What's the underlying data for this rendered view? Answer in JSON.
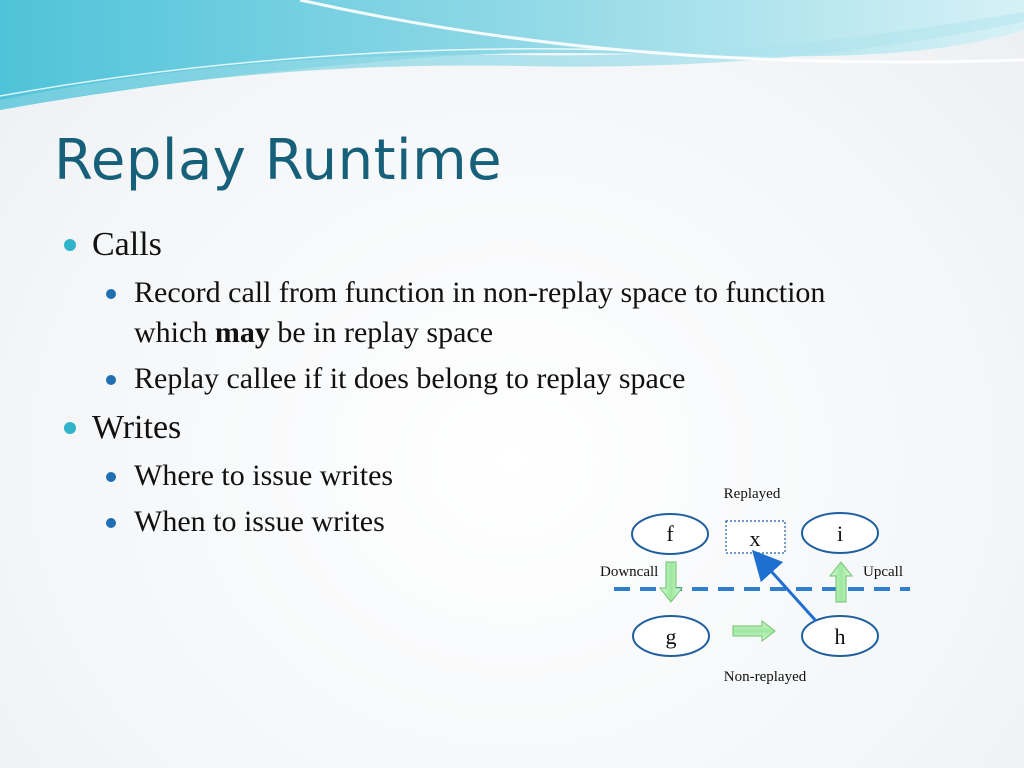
{
  "slide": {
    "title": "Replay Runtime",
    "bullets": [
      {
        "text": "Calls",
        "sub": [
          {
            "before": "Record call from function in non-replay space to function which ",
            "bold": "may",
            "after": " be in replay space"
          },
          {
            "text": "Replay callee if it does belong to replay space"
          }
        ]
      },
      {
        "text": "Writes",
        "sub": [
          {
            "text": "Where to issue writes"
          },
          {
            "text": "When to issue writes"
          }
        ]
      }
    ]
  },
  "diagram": {
    "label_replayed": "Replayed",
    "label_nonreplayed": "Non-replayed",
    "label_downcall": "Downcall",
    "label_upcall": "Upcall",
    "node_f": "f",
    "node_x": "x",
    "node_i": "i",
    "node_g": "g",
    "node_h": "h"
  },
  "colors": {
    "title": "#17607a",
    "bullet_l1": "#2fb4c9",
    "bullet_l2": "#1f6fb2",
    "node_border": "#1f5f9f",
    "dashed_line": "#2f7fcf",
    "arrow_green": "#9ee89e",
    "arrow_blue": "#1f6fd0"
  }
}
